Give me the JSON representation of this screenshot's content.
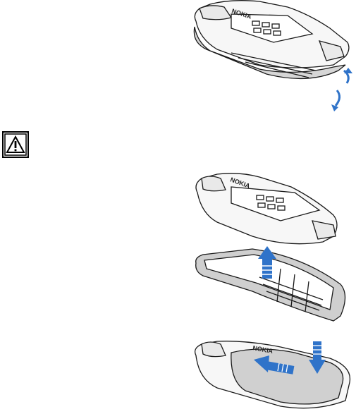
{
  "figures": [
    {
      "id": "fig-open-cover",
      "brand": "NOKIA"
    },
    {
      "id": "fig-remove-keymat",
      "brand": "NOKIA"
    },
    {
      "id": "fig-attach-cover",
      "brand": "NOKIA"
    }
  ],
  "icons": {
    "warning": "warning-triangle-icon"
  },
  "colors": {
    "arrow_blue": "#2f73c9",
    "line": "#1a1a1a",
    "cover_shade": "#cfcfcf"
  }
}
